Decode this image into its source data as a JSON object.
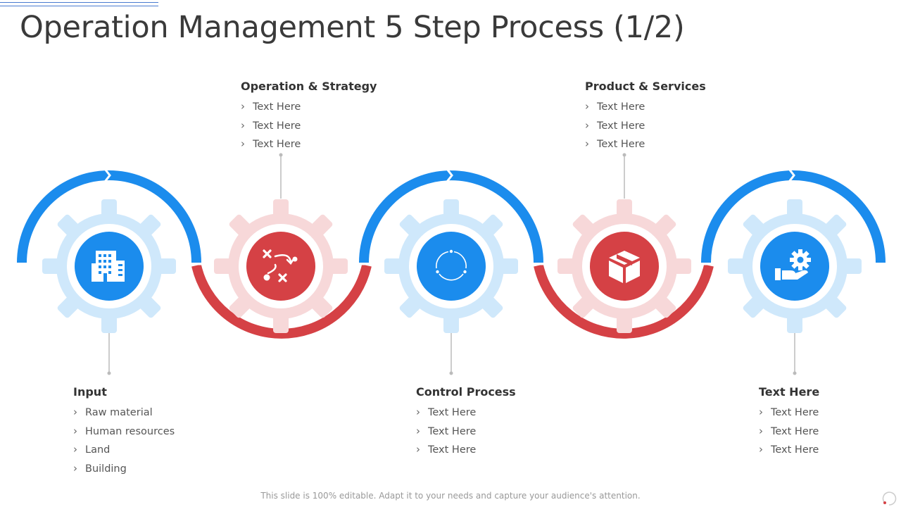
{
  "title": "Operation Management 5 Step Process (1/2)",
  "steps": [
    {
      "heading": "Input",
      "items": [
        "Raw material",
        "Human resources",
        "Land",
        "Building"
      ],
      "icon": "building-icon",
      "color": "blue"
    },
    {
      "heading": "Operation & Strategy",
      "items": [
        "Text Here",
        "Text Here",
        "Text Here"
      ],
      "icon": "strategy-play-icon",
      "color": "red"
    },
    {
      "heading": "Control Process",
      "items": [
        "Text Here",
        "Text Here",
        "Text Here"
      ],
      "icon": "cycle-arrows-icon",
      "color": "blue"
    },
    {
      "heading": "Product & Services",
      "items": [
        "Text Here",
        "Text Here",
        "Text Here"
      ],
      "icon": "box-icon",
      "color": "red"
    },
    {
      "heading": "Text Here",
      "items": [
        "Text Here",
        "Text Here",
        "Text Here"
      ],
      "icon": "hand-gear-icon",
      "color": "blue"
    }
  ],
  "footer": "This slide is 100% editable. Adapt it to your needs and capture your audience's attention.",
  "colors": {
    "blue": "#1b8ced",
    "blue_light": "#cfe8fb",
    "red": "#d54145",
    "red_light": "#f7d8d9",
    "connector": "#bbbbbb"
  }
}
